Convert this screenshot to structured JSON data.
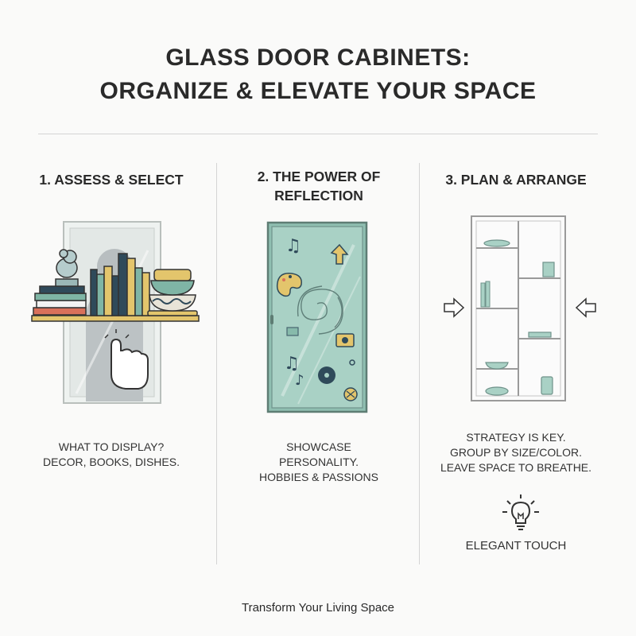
{
  "title": {
    "line1": "GLASS DOOR CABINETS:",
    "line2": "ORGANIZE & ELEVATE YOUR SPACE"
  },
  "columns": [
    {
      "heading": [
        "1. ASSESS & SELECT"
      ],
      "text": [
        "WHAT TO DISPLAY?",
        "DECOR, BOOKS, DISHES."
      ],
      "icon": "shelf-with-books-and-pointing-hand-icon"
    },
    {
      "heading": [
        "2. THE POWER OF",
        "REFLECTION"
      ],
      "text": [
        "SHOWCASE",
        "PERSONALITY.",
        "HOBBIES & PASSIONS"
      ],
      "icon": "glass-door-reflection-icon"
    },
    {
      "heading": [
        "3. PLAN & ARRANGE"
      ],
      "text": [
        "STRATEGY IS KEY.",
        "GROUP BY SIZE/COLOR.",
        "LEAVE SPACE TO BREATHE."
      ],
      "icon": "cabinet-shelves-icon",
      "tip": "ELEGANT TOUCH",
      "tip_icon": "lightbulb-icon"
    }
  ],
  "footer": "Transform Your Living Space",
  "colors": {
    "teal": "#7fb5a5",
    "mustard": "#e3c56c",
    "navy": "#2f4a5a",
    "coral": "#d9705a",
    "gray": "#a8a8a8"
  }
}
